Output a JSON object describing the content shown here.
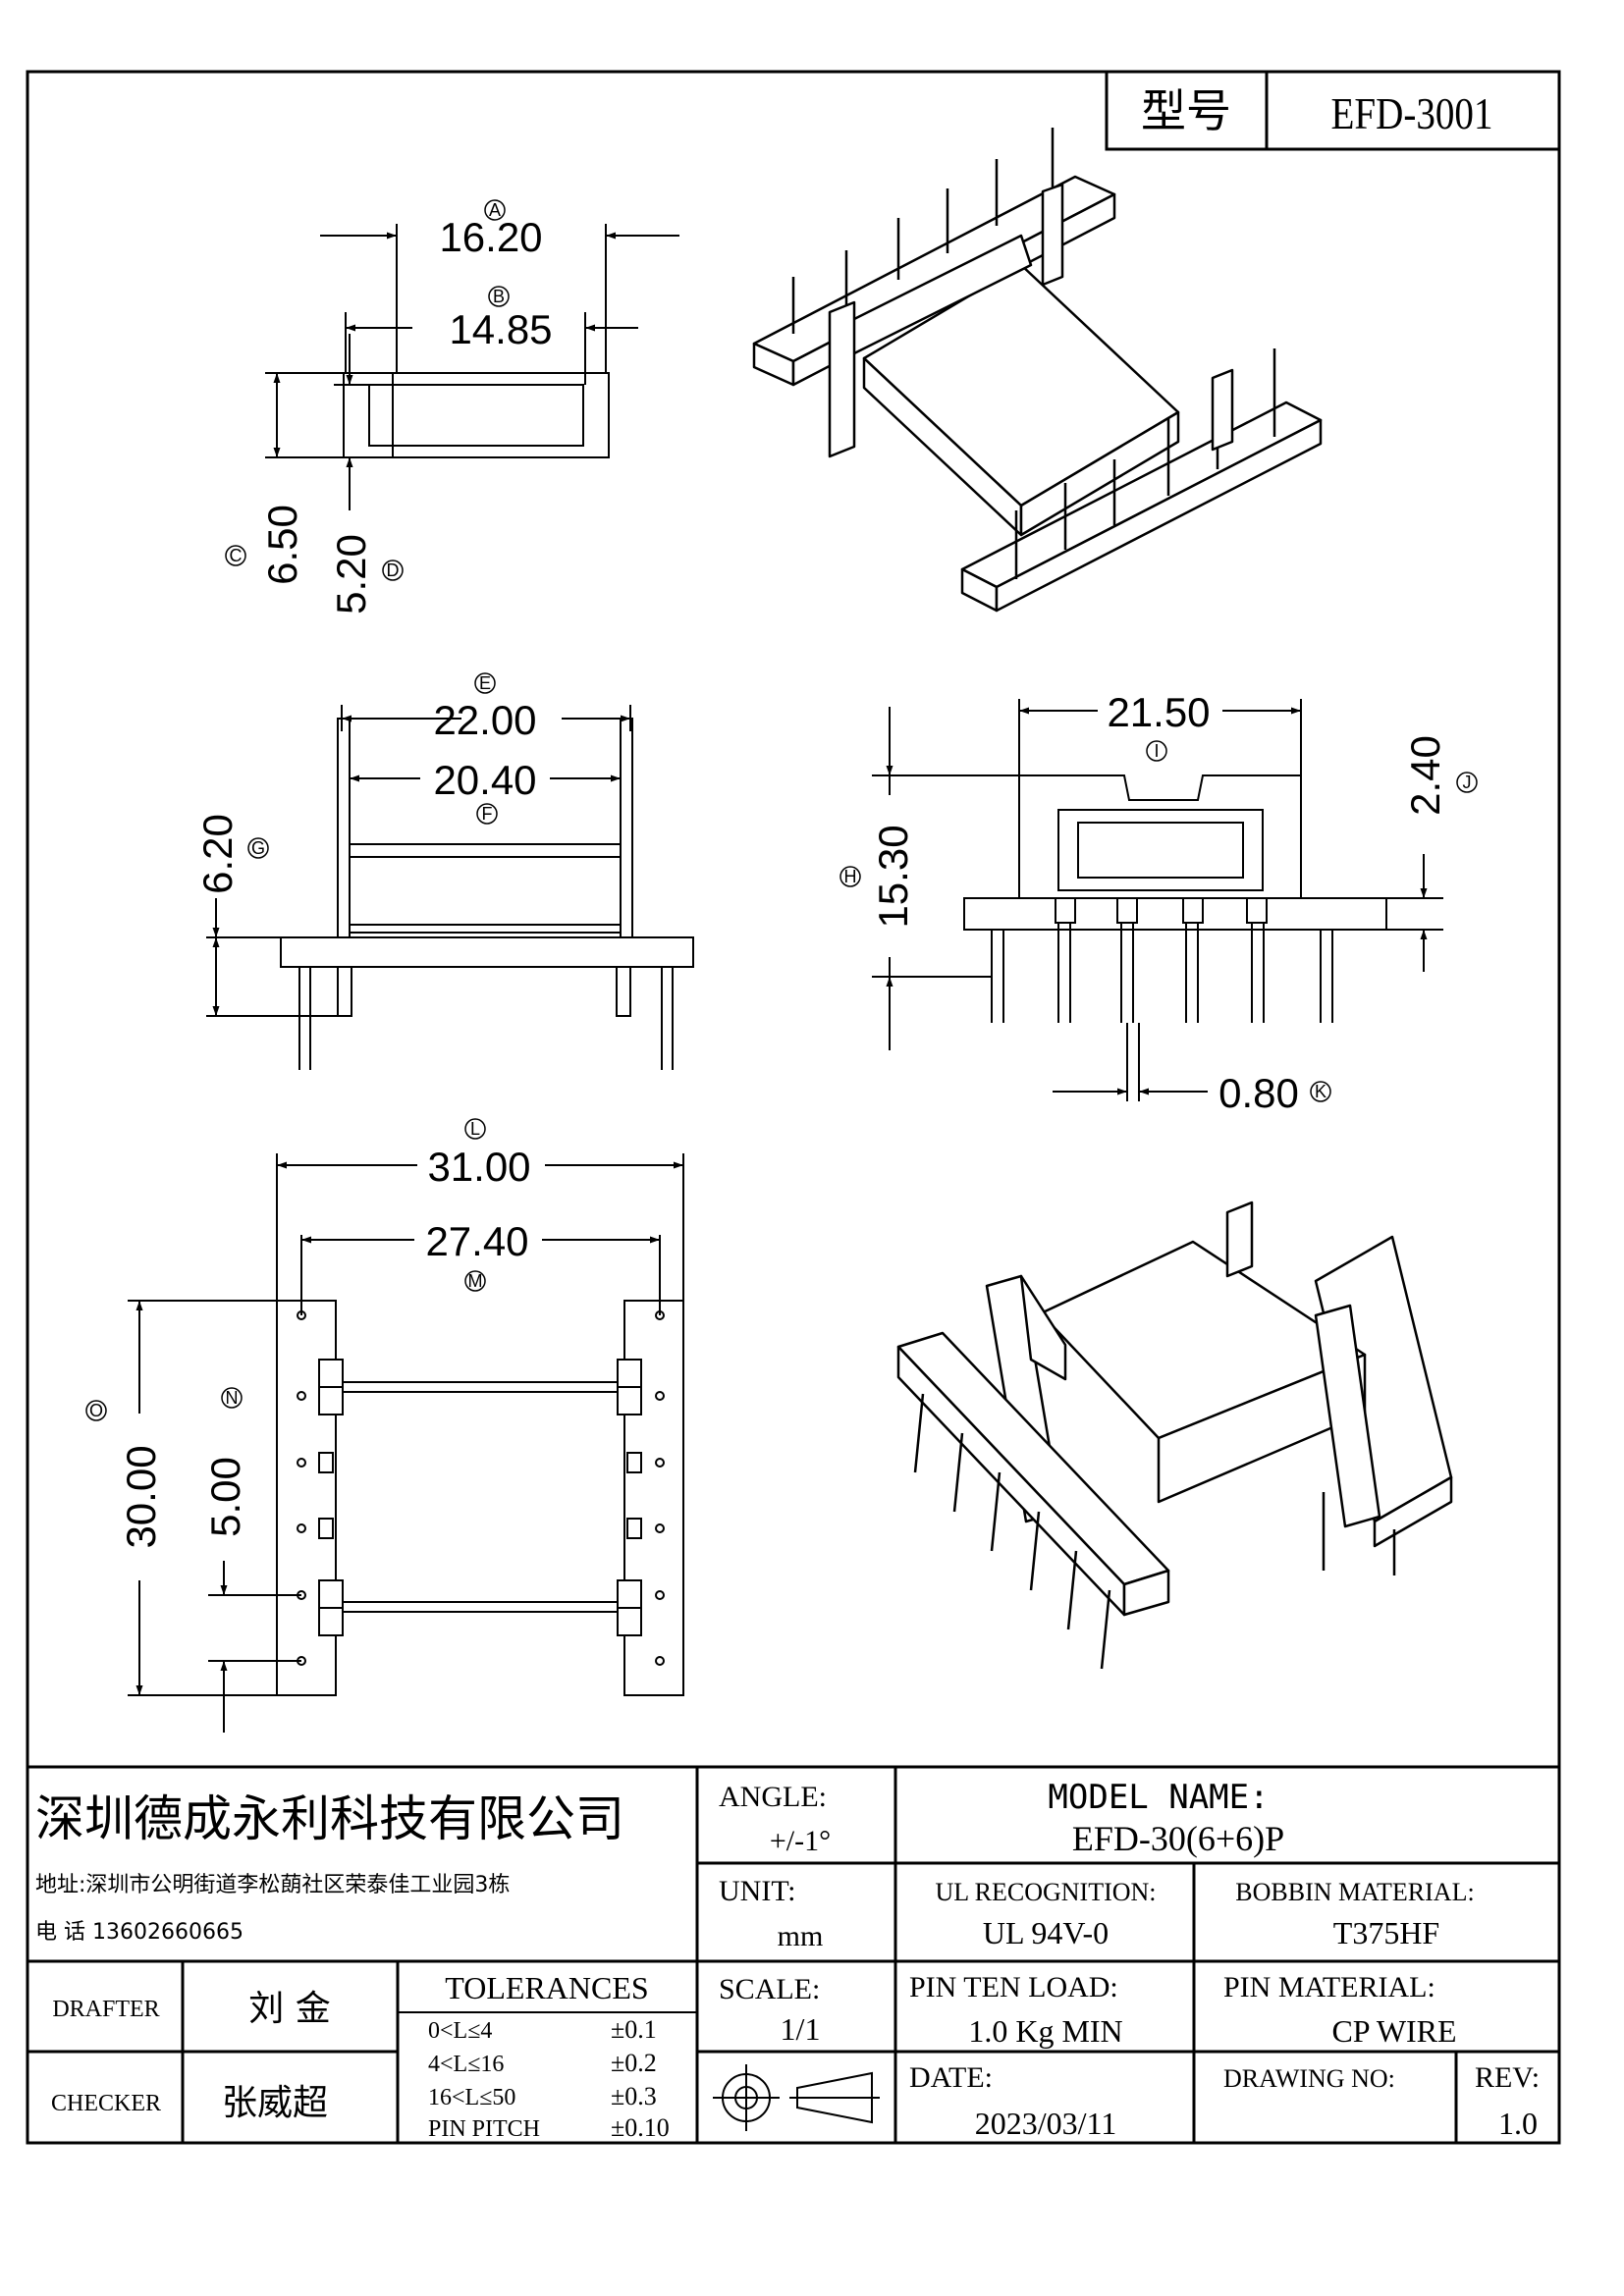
{
  "header": {
    "model_label": "型号",
    "model_value": "EFD-3001"
  },
  "dims": {
    "A": {
      "letter": "A",
      "value": "16.20"
    },
    "B": {
      "letter": "B",
      "value": "14.85"
    },
    "C": {
      "letter": "C",
      "value": "6.50"
    },
    "D": {
      "letter": "D",
      "value": "5.20"
    },
    "E": {
      "letter": "E",
      "value": "22.00"
    },
    "F": {
      "letter": "F",
      "value": "20.40"
    },
    "G": {
      "letter": "G",
      "value": "6.20"
    },
    "H": {
      "letter": "H",
      "value": "15.30"
    },
    "I": {
      "letter": "I",
      "value": "21.50"
    },
    "J": {
      "letter": "J",
      "value": "2.40"
    },
    "K": {
      "letter": "K",
      "value": "0.80"
    },
    "L": {
      "letter": "L",
      "value": "31.00"
    },
    "M": {
      "letter": "M",
      "value": "27.40"
    },
    "N": {
      "letter": "N",
      "value": "5.00"
    },
    "O": {
      "letter": "O",
      "value": "30.00"
    }
  },
  "title_block": {
    "company": "深圳德成永利科技有限公司",
    "address": "地址:深圳市公明街道李松蓢社区荣泰佳工业园3栋",
    "phone": "电 话  13602660665",
    "drafter_label": "DRAFTER",
    "drafter_name": "刘  金",
    "checker_label": "CHECKER",
    "checker_name": "张威超",
    "tolerances_title": "TOLERANCES",
    "tolerances": [
      {
        "range": "0<L≤4",
        "value": "±0.1"
      },
      {
        "range": "4<L≤16",
        "value": "±0.2"
      },
      {
        "range": "16<L≤50",
        "value": "±0.3"
      },
      {
        "range": "PIN PITCH",
        "value": "±0.10"
      }
    ],
    "angle_label": "ANGLE:",
    "angle_value": "+/-1°",
    "unit_label": "UNIT:",
    "unit_value": "mm",
    "scale_label": "SCALE:",
    "scale_value": "1/1",
    "model_name_label": "MODEL NAME:",
    "model_name_value": "EFD-30(6+6)P",
    "ul_label": "UL RECOGNITION:",
    "ul_value": "UL 94V-0",
    "bobbin_label": "BOBBIN MATERIAL:",
    "bobbin_value": "T375HF",
    "pin_load_label": "PIN TEN LOAD:",
    "pin_load_value": "1.0 Kg MIN",
    "pin_material_label": "PIN MATERIAL:",
    "pin_material_value": "CP WIRE",
    "date_label": "DATE:",
    "date_value": "2023/03/11",
    "drawing_no_label": "DRAWING NO:",
    "drawing_no_value": "",
    "rev_label": "REV:",
    "rev_value": "1.0"
  }
}
